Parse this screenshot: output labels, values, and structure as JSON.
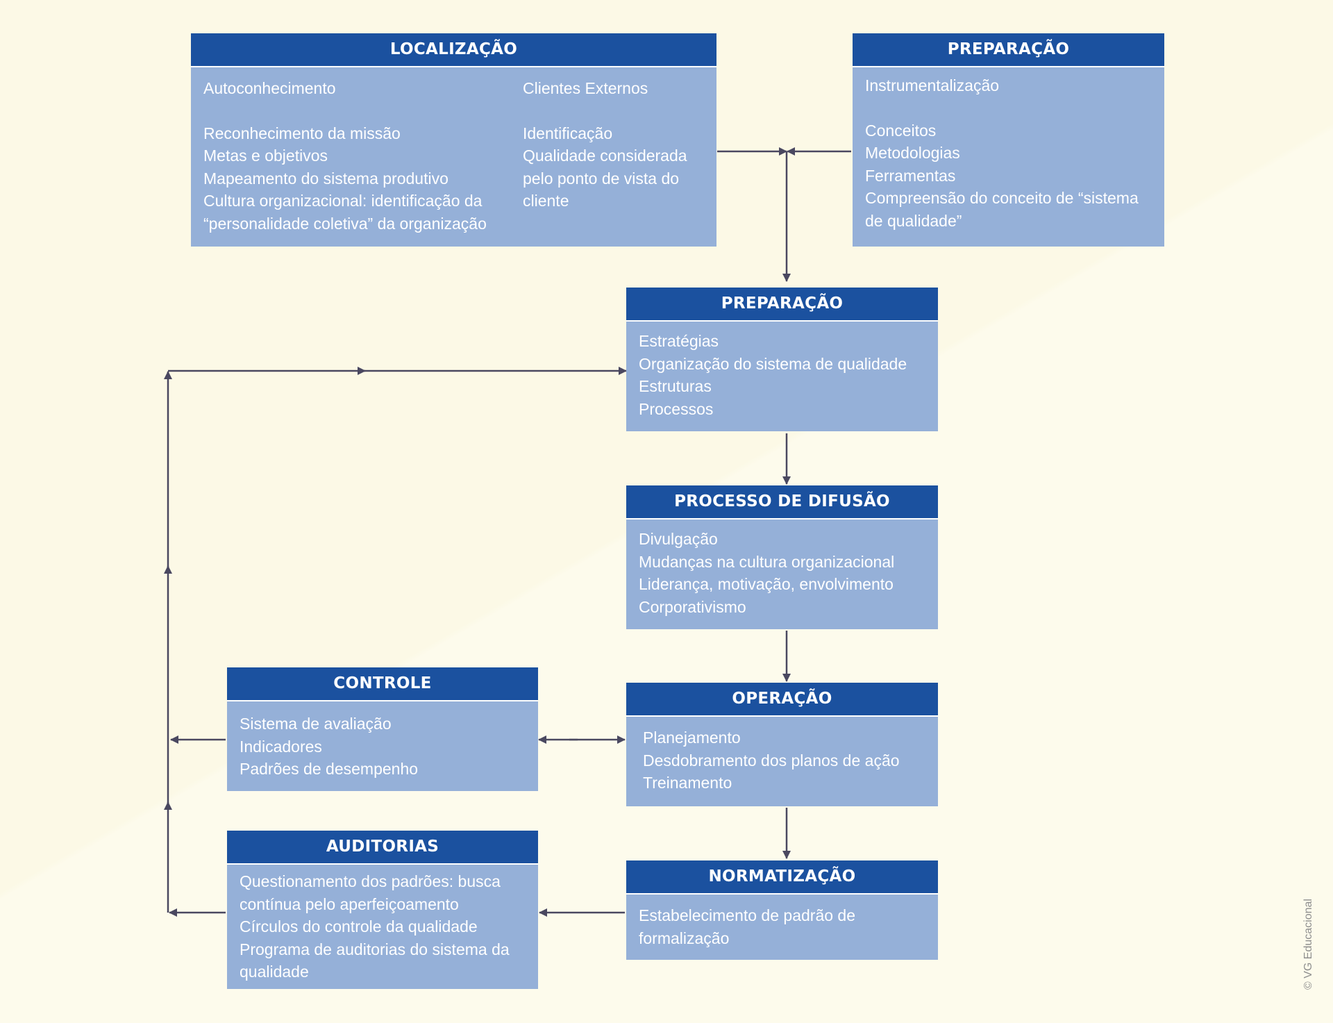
{
  "boxes": {
    "localizacao": {
      "title": "LOCALIZAÇÃO",
      "col1": {
        "heading": "Autoconhecimento",
        "items": [
          "Reconhecimento da missão",
          "Metas e objetivos",
          "Mapeamento do sistema produtivo",
          "Cultura organizacional: identificação da",
          "“personalidade coletiva” da organização"
        ]
      },
      "col2": {
        "heading": "Clientes Externos",
        "items": [
          "Identificação",
          "Qualidade considerada",
          "pelo ponto de vista do",
          "cliente"
        ]
      }
    },
    "preparacao_top": {
      "title": "PREPARAÇÃO",
      "heading": "Instrumentalização",
      "items": [
        "Conceitos",
        "Metodologias",
        "Ferramentas",
        "Compreensão do conceito de “sistema",
        "de qualidade”"
      ]
    },
    "preparacao_mid": {
      "title": "PREPARAÇÃO",
      "items": [
        "Estratégias",
        "Organização do sistema de qualidade",
        "Estruturas",
        "Processos"
      ]
    },
    "difusao": {
      "title": "PROCESSO DE DIFUSÃO",
      "items": [
        "Divulgação",
        "Mudanças na cultura organizacional",
        "Liderança, motivação, envolvimento",
        "Corporativismo"
      ]
    },
    "operacao": {
      "title": "OPERAÇÃO",
      "items": [
        "Planejamento",
        "Desdobramento dos planos de ação",
        "Treinamento"
      ]
    },
    "controle": {
      "title": "CONTROLE",
      "items": [
        "Sistema de avaliação",
        "Indicadores",
        "Padrões de desempenho"
      ]
    },
    "normatizacao": {
      "title": "NORMATIZAÇÃO",
      "items": [
        "Estabelecimento de padrão de",
        "formalização"
      ]
    },
    "auditorias": {
      "title": "AUDITORIAS",
      "items": [
        "Questionamento dos padrões: busca",
        "contínua pelo aperfeiçoamento",
        "Círculos do controle da qualidade",
        "Programa de auditorias do sistema da",
        "qualidade"
      ]
    }
  },
  "credit": "© VG Educacional",
  "colors": {
    "header": "#1b519f",
    "body": "#95b0d8",
    "arrow": "#4a4860",
    "background": "#fcf9e6"
  }
}
